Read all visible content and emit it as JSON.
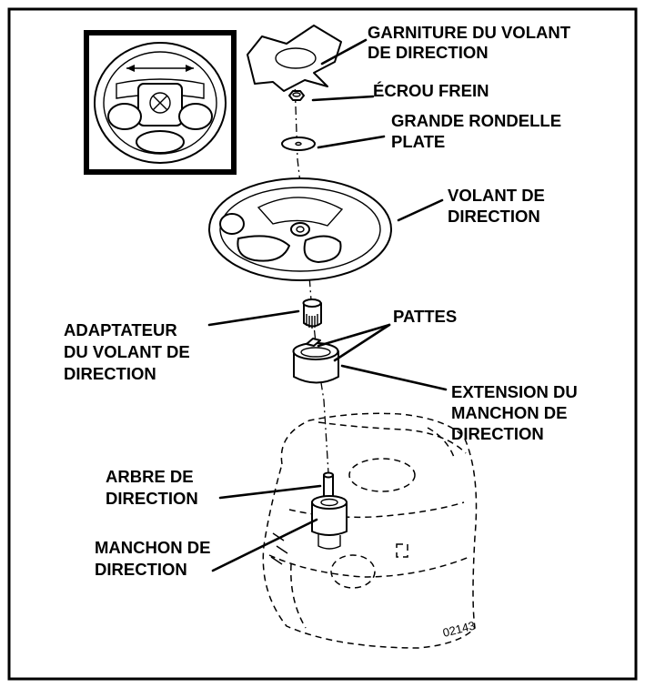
{
  "labels": {
    "garniture": [
      "GARNITURE DU VOLANT",
      "DE DIRECTION"
    ],
    "ecrou": [
      "ÉCROU FREIN"
    ],
    "rondelle": [
      "GRANDE RONDELLE",
      "PLATE"
    ],
    "volant": [
      "VOLANT DE",
      "DIRECTION"
    ],
    "pattes": [
      "PATTES"
    ],
    "adaptateur": [
      "ADAPTATEUR",
      "DU VOLANT DE",
      "DIRECTION"
    ],
    "extension": [
      "EXTENSION DU",
      "MANCHON DE",
      "DIRECTION"
    ],
    "arbre": [
      "ARBRE DE",
      "DIRECTION"
    ],
    "manchon": [
      "MANCHON DE",
      "DIRECTION"
    ]
  },
  "figure_code": "02143"
}
